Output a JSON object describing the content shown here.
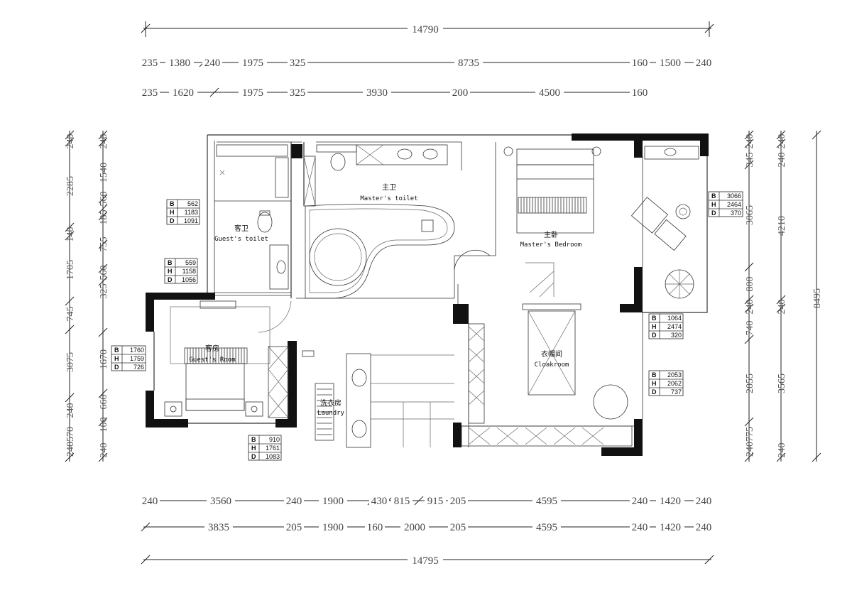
{
  "plan": {
    "top_total": "14790",
    "bottom_total": "14795",
    "right_total": "8495",
    "top_row1": [
      "235",
      "1380",
      "240",
      "1975",
      "325",
      "8735",
      "160",
      "1500",
      "240"
    ],
    "top_row2": [
      "235",
      "1620",
      "1975",
      "325",
      "3930",
      "200",
      "4500",
      "160"
    ],
    "bottom_row1": [
      "240",
      "3560",
      "240",
      "1900",
      "430",
      "815",
      "915",
      "205",
      "4595",
      "240",
      "1420",
      "240"
    ],
    "bottom_row2": [
      "3835",
      "205",
      "1900",
      "160",
      "2000",
      "205",
      "4595",
      "240",
      "1420",
      "240"
    ],
    "left_col1": [
      "240",
      "2285",
      "140",
      "1705",
      "745",
      "3075",
      "240",
      "240570"
    ],
    "left_col2": [
      "240",
      "1540",
      "560",
      "185",
      "755",
      "560",
      "325",
      "1670",
      "660",
      "100",
      "240"
    ],
    "right_col1": [
      "240",
      "345",
      "3065",
      "800",
      "240",
      "740",
      "2055",
      "240775"
    ],
    "right_col2": [
      "240",
      "240",
      "4210",
      "240",
      "3565",
      "240"
    ]
  },
  "rooms": {
    "guest_toilet": {
      "cn": "客卫",
      "en": "Guest's toilet"
    },
    "master_toilet": {
      "cn": "主卫",
      "en": "Master's toilet"
    },
    "master_bedroom": {
      "cn": "主卧",
      "en": "Master's Bedroom"
    },
    "guest_room": {
      "cn": "客房",
      "en": "Guest's Room"
    },
    "laundry": {
      "cn": "洗衣房",
      "en": "Laundry"
    },
    "cloakroom": {
      "cn": "衣帽间",
      "en": "Cloakroom"
    }
  },
  "tables": {
    "t1": {
      "B": "562",
      "H": "1183",
      "D": "1091"
    },
    "t2": {
      "B": "559",
      "H": "1158",
      "D": "1056"
    },
    "t3": {
      "B": "1760",
      "H": "1759",
      "D": "726"
    },
    "t4": {
      "B": "910",
      "H": "1761",
      "D": "1083"
    },
    "t5": {
      "B": "3066",
      "H": "2464",
      "D": "370"
    },
    "t6": {
      "B": "1064",
      "H": "2474",
      "D": "320"
    },
    "t7": {
      "B": "2053",
      "H": "2062",
      "D": "737"
    },
    "labels": {
      "b": "B",
      "h": "H",
      "d": "D"
    }
  },
  "colors": {
    "wall": "#111111",
    "line": "#333333",
    "text": "#444444"
  }
}
